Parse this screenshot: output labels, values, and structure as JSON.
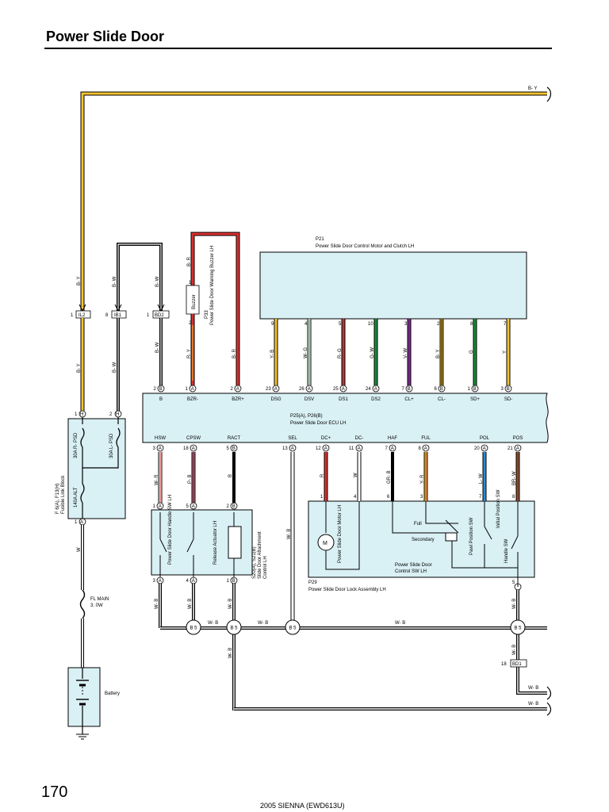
{
  "page": {
    "title": "Power Slide Door",
    "page_number": "170",
    "footer": "2005 SIENNA (EWD613U)"
  },
  "colors": {
    "ecu_fill": "#d9f0f4",
    "yellow": "#f2c230",
    "red": "#d93030",
    "green": "#1a8a3a",
    "brown": "#8a4a2a",
    "purple": "#7a2a8a",
    "pink": "#d8708a",
    "blue": "#2a8ad0",
    "orange": "#e07a30",
    "black": "#000000"
  },
  "harness": {
    "top_wire_label": "B- Y",
    "bottom_wire_label_1": "W- B",
    "bottom_wire_label_2": "W- B"
  },
  "connectors": {
    "il2": {
      "id": "IL2",
      "pin": "1"
    },
    "ib1": {
      "id": "IB1",
      "pin": "8"
    },
    "bd2": {
      "id": "BD2",
      "pin": "1"
    },
    "bd1": {
      "id": "BD1",
      "pin": "18"
    }
  },
  "wires": {
    "by_top": "B- Y",
    "bw_top": "B- W",
    "bw_top2": "B- W",
    "br_top": "B- R",
    "by_mid": "B- Y",
    "bw_mid": "B- W",
    "bw_mid2": "B- W",
    "ry": "R- Y",
    "br_mid": "B- R",
    "yb": "Y- B",
    "wg": "W- G",
    "rg": "R- G",
    "gw": "G- W",
    "vw": "V- W",
    "b_y2": "B- Y",
    "g": "G",
    "y": "Y",
    "wr": "W- R",
    "pb": "P- B",
    "b": "B",
    "wb_sel": "W- B",
    "r": "R",
    "w": "W",
    "grb": "GR- B",
    "yr": "Y- R",
    "lw": "L- W",
    "brw": "BR- W",
    "w_left": "W",
    "wb_1": "W- B",
    "wb_2": "W- B",
    "wb_3": "W- B",
    "wb_4": "W- B",
    "wb_5": "W- B",
    "wb_bus1": "W- B",
    "wb_bus2": "W- B",
    "wb_bus3": "W- B"
  },
  "p21": {
    "id": "P21",
    "name": "Power Slide Door Control Motor and Clutch LH",
    "pins": [
      "9",
      "4",
      "5",
      "10",
      "3",
      "2",
      "8",
      "7"
    ]
  },
  "p33": {
    "id": "P33",
    "name": "Power Slide Door Warning Buzzer LH",
    "buzzer": "Buzzer",
    "pin_top": "1",
    "pin_bottom": "2"
  },
  "ecu": {
    "name_line1": "P25(A), P26(B)",
    "name_line2": "Power Slide Door ECU LH",
    "top_terms": [
      {
        "label": "B",
        "pin": "2",
        "conn": "B"
      },
      {
        "label": "BZR-",
        "pin": "1",
        "conn": "A"
      },
      {
        "label": "BZR+",
        "pin": "2",
        "conn": "A"
      },
      {
        "label": "DSG",
        "pin": "23",
        "conn": "A"
      },
      {
        "label": "DSV",
        "pin": "26",
        "conn": "A"
      },
      {
        "label": "DS1",
        "pin": "25",
        "conn": "A"
      },
      {
        "label": "DS2",
        "pin": "24",
        "conn": "A"
      },
      {
        "label": "CL+",
        "pin": "7",
        "conn": "B"
      },
      {
        "label": "CL-",
        "pin": "6",
        "conn": "B"
      },
      {
        "label": "SD+",
        "pin": "1",
        "conn": "B"
      },
      {
        "label": "SD-",
        "pin": "3",
        "conn": "B"
      }
    ],
    "bottom_terms": [
      {
        "label": "HSW",
        "pin": "3",
        "conn": "A"
      },
      {
        "label": "CPSW",
        "pin": "18",
        "conn": "A"
      },
      {
        "label": "RACT",
        "pin": "5",
        "conn": "B"
      },
      {
        "label": "SEL",
        "pin": "13",
        "conn": "A"
      },
      {
        "label": "DC+",
        "pin": "12",
        "conn": "A"
      },
      {
        "label": "DC-",
        "pin": "11",
        "conn": "A"
      },
      {
        "label": "HAF",
        "pin": "7",
        "conn": "A"
      },
      {
        "label": "FUL",
        "pin": "8",
        "conn": "A"
      },
      {
        "label": "POL",
        "pin": "20",
        "conn": "A"
      },
      {
        "label": "POS",
        "pin": "21",
        "conn": "A"
      }
    ]
  },
  "fusible": {
    "id": "F 6(A), F13(H)",
    "name": "Fusible Link Block",
    "fuse1": "30A R- PSD",
    "fuse2": "30A L- PSD",
    "fuse3": "140A ALT",
    "pin1": "1",
    "pin2": "2",
    "pin3": "1",
    "conn_h": "H",
    "conn_a": "A"
  },
  "fl_main": {
    "line1": "FL MAIN",
    "line2": "3. 0W"
  },
  "battery": "Battery",
  "s20": {
    "id": "S20(A), S21(B)",
    "name_line1": "Slide Door Attachment",
    "name_line2": "Control LH",
    "sw1": "Power Slide Door Handle SW LH",
    "actuator": "Release Actuator LH",
    "pins_top": [
      "1",
      "5",
      "2"
    ],
    "conn_top": [
      "A",
      "A",
      "B"
    ],
    "pins_bottom": [
      "3",
      "4",
      "1"
    ],
    "conn_bottom": [
      "A",
      "A",
      "B"
    ]
  },
  "p29": {
    "id": "P29",
    "name": "Power Slide Door Lock Assembly LH",
    "motor": "Power Slide Door Motor LH",
    "motor_symbol": "M",
    "full": "Full",
    "secondary": "Secondary",
    "pawl": "Pawl Position SW",
    "initial": "Initial Position SW",
    "handle": "Handle SW",
    "control_line1": "Power Slide Door",
    "control_line2": "Control SW LH",
    "pins_top": [
      "1",
      "4",
      "6",
      "3",
      "7",
      "8"
    ],
    "pin_bottom": "5"
  },
  "junctions": {
    "b5": "B 5"
  }
}
